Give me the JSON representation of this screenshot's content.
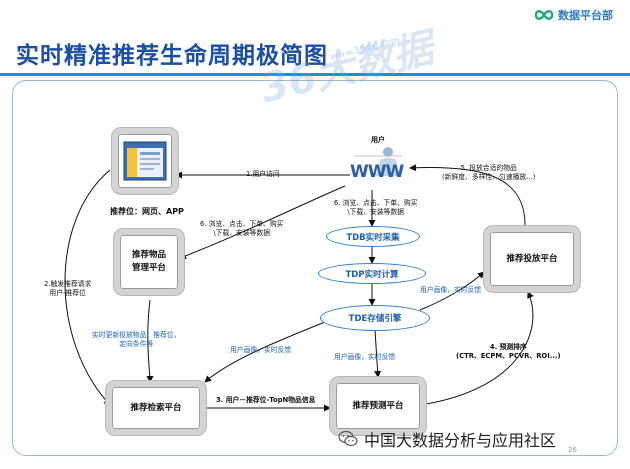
{
  "slide": {
    "title": "实时精准推荐生命周期极简图",
    "brand": "数据平台部",
    "watermark": "36大数据",
    "watermark_site": "www.36dsj.com",
    "footer": "中国大数据分析与应用社区",
    "page_number": "26"
  },
  "nodes": {
    "slot": "推荐位：网页、APP",
    "user": "用户",
    "www": "WWW",
    "item_mgmt": "推荐物品\n管理平台",
    "delivery": "推荐投放平台",
    "retrieval": "推荐检索平台",
    "prediction": "推荐预测平台",
    "tdb": "TDB实时采集",
    "tdp": "TDP实时计算",
    "tde": "TDE存储引擎"
  },
  "edges": {
    "e1": "1.用户访问",
    "e2": "2.触发推荐请求\n用户-推荐位",
    "e3": "3. 用户－推荐位-TopN物品信息",
    "e4": "4. 预测排序\n(CTR、ECPM、PCVR、ROI...)",
    "e5": "5. 投放合适的物品\n(新鲜度、多样性、匀速播放...)",
    "e6a": "6. 浏览、点击、下单、购买\n\\下载、安装等数据",
    "e6b": "6. 浏览、点击、下单、购买\n\\下载、安装等数据",
    "update": "实时更新投放物品，推荐位，\n定向条件等",
    "profile1": "用户画像，实时反馈",
    "profile2": "用户画像，实时反馈",
    "profile3": "用户画像，实时反馈"
  },
  "colors": {
    "title": "#1a4fa3",
    "accent": "#1c8fd6",
    "ellipse_stroke": "#2c7fd0",
    "box_border": "#d4d4d4"
  }
}
